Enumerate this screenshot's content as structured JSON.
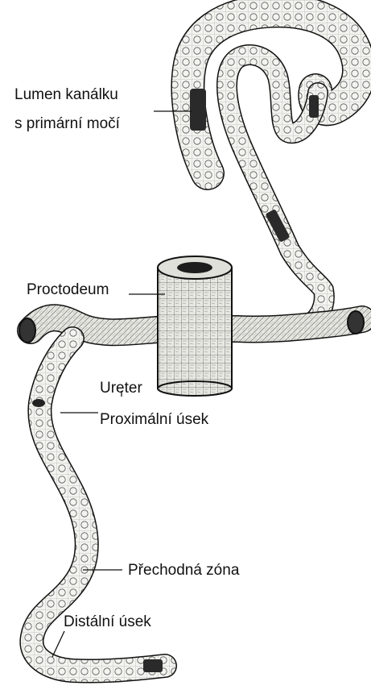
{
  "labels": {
    "lumen_line1": "Lumen kanálku",
    "lumen_line2": "s primární močí",
    "proctodeum": "Proctodeum",
    "ureter": "Ureter",
    "proximal": "Proximální úsek",
    "transition": "Přechodná zóna",
    "distal": "Distální úsek"
  },
  "colors": {
    "ink": "#111111",
    "tube_fill": "#f2f2ef",
    "lumen": "#2a2a2a",
    "hatch": "#b8b8b0"
  }
}
